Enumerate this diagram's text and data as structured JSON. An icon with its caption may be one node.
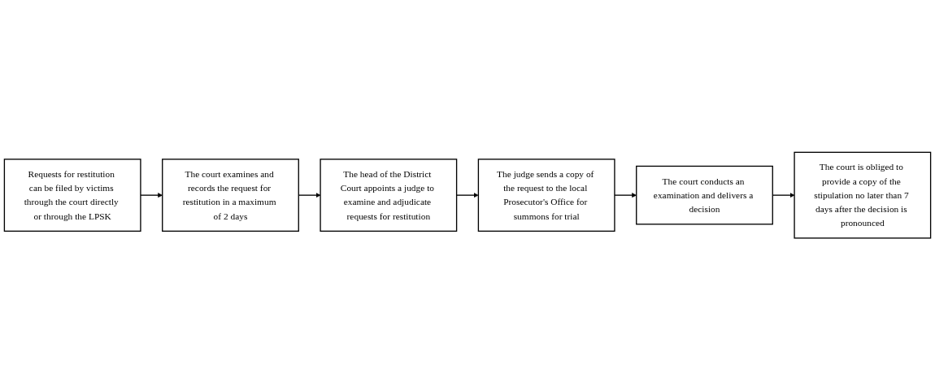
{
  "diagram": {
    "nodes": [
      {
        "text": [
          "Requests for restitution can be filed by victims through the court directly or through the LPSK"
        ]
      },
      {
        "text": [
          "The court examines and records the request for restitution in a maximum of 2 days"
        ]
      },
      {
        "text": [
          "The head of the District Court appoints a judge to examine and adjudicate requests for restitution"
        ]
      },
      {
        "text": [
          "The judge sends a copy of the request to the local Prosecutor's Office for summons for trial"
        ]
      },
      {
        "text": [
          "The court conducts an examination and delivers a decision"
        ]
      },
      {
        "text": [
          "The court is obliged to provide a copy of the stipulation no later than 7 days after the decision is pronounced"
        ]
      }
    ],
    "edges": [
      {
        "from": 0,
        "to": 1,
        "arrow": "to"
      },
      {
        "from": 1,
        "to": 2,
        "arrow": "to"
      },
      {
        "from": 2,
        "to": 3,
        "arrow": "to"
      },
      {
        "from": 3,
        "to": 4,
        "arrow": "to"
      },
      {
        "from": 4,
        "to": 5,
        "arrow": "to"
      }
    ]
  }
}
